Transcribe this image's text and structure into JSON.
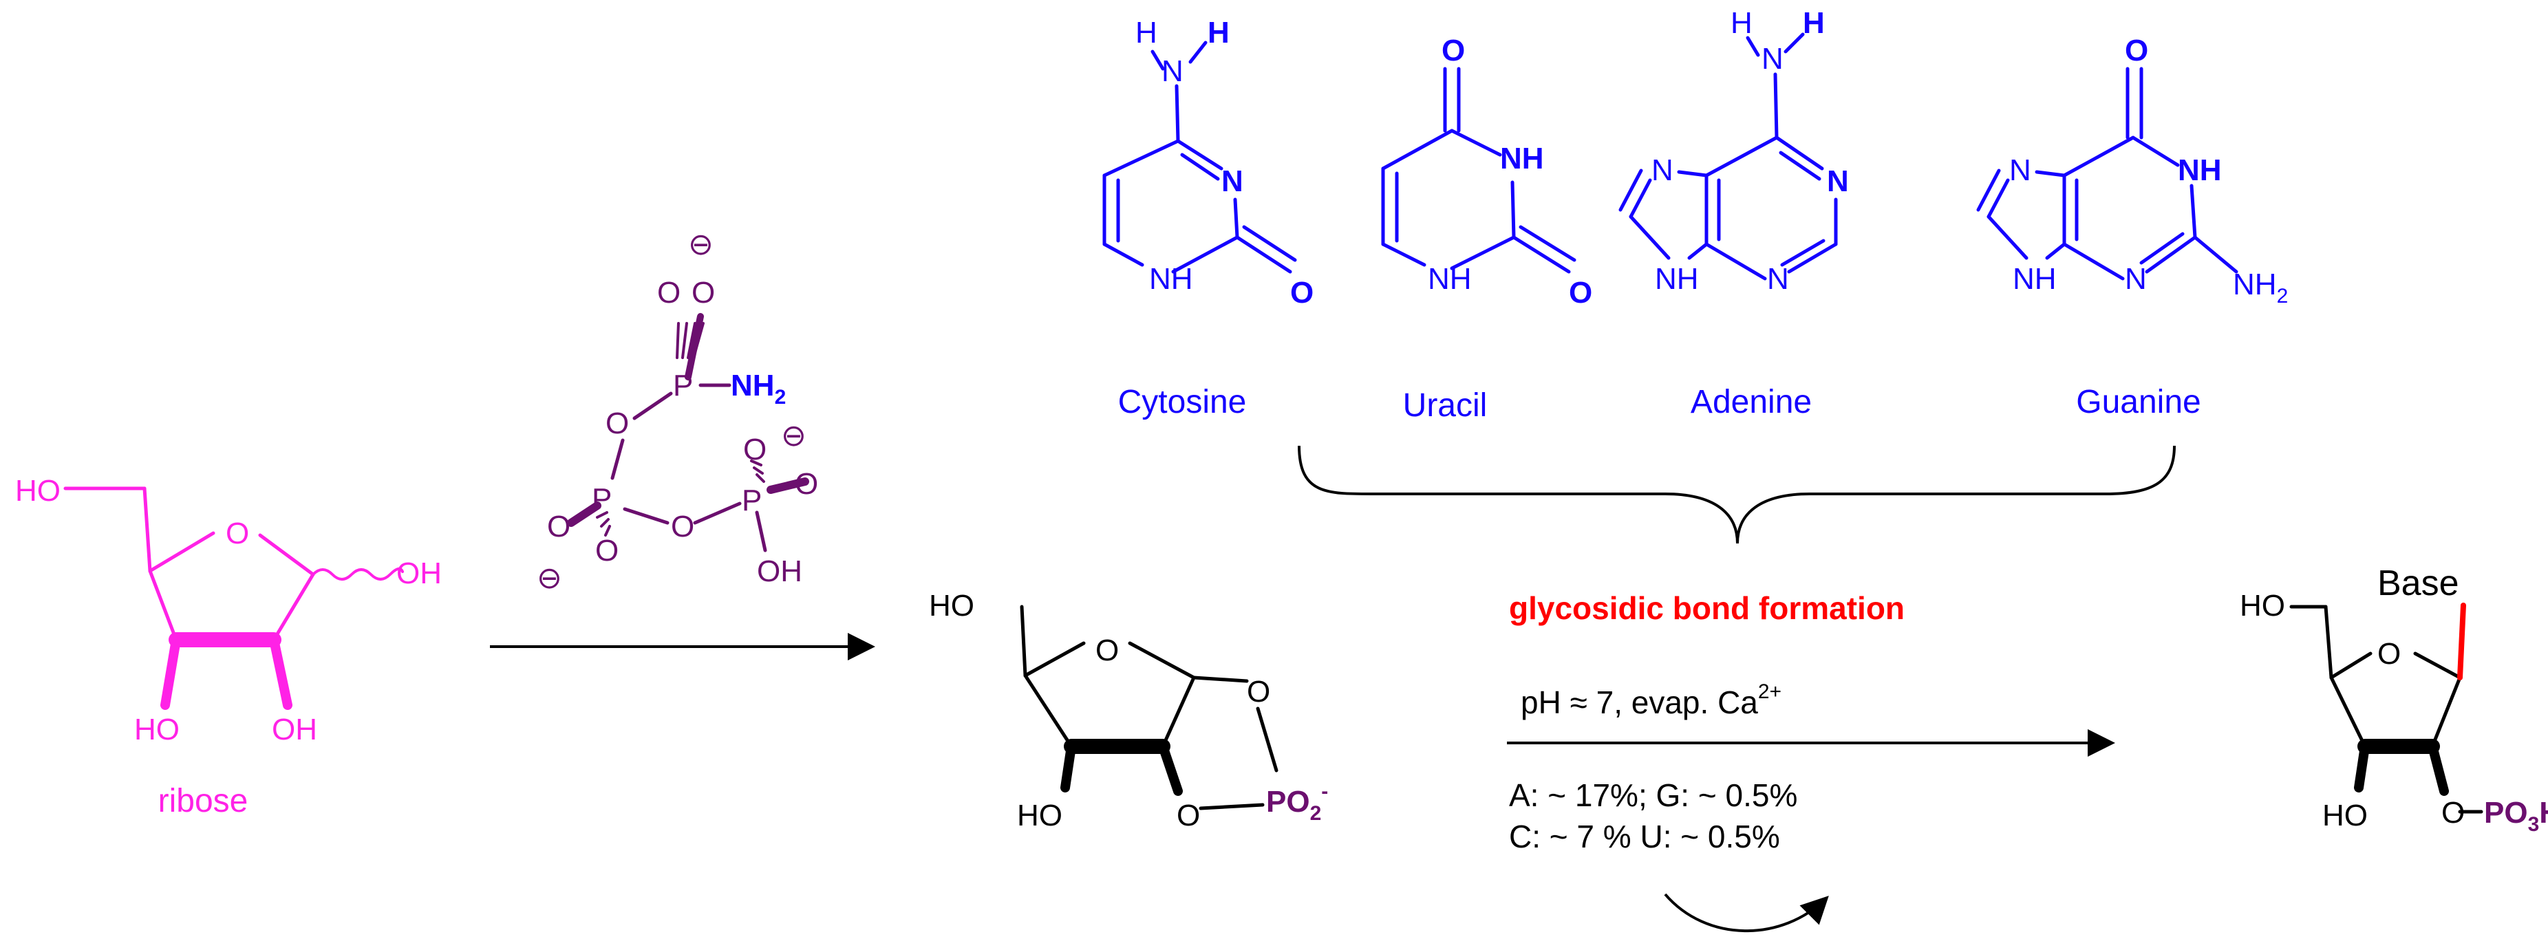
{
  "colors": {
    "ribose": "#ff22e6",
    "phosphate": "#6b0f6e",
    "base": "#1400ff",
    "product": "#000000",
    "highlight": "#ff0000",
    "arrow": "#000000"
  },
  "atoms": {
    "H": "H",
    "N": "N",
    "NH": "NH",
    "O": "O",
    "HO": "HO",
    "OH": "OH",
    "P": "P",
    "NH2_main": "NH",
    "sub2": "2",
    "PO2_main": "PO",
    "minus": "-",
    "charge": "⊖",
    "PO3_main": "PO",
    "sub3": "3",
    "H_anion": "H"
  },
  "labels": {
    "ribose": "ribose",
    "cytosine": "Cytosine",
    "uracil": "Uracil",
    "adenine": "Adenine",
    "guanine": "Guanine",
    "base": "Base"
  },
  "conditions": {
    "title": "glycosidic bond formation",
    "ph_main": "pH ≈ 7, evap. Ca",
    "ph_sup": "2+",
    "yield_line1": "A: ~ 17%; G: ~ 0.5%",
    "yield_line2": "C: ~ 7 %  U: ~ 0.5%"
  }
}
